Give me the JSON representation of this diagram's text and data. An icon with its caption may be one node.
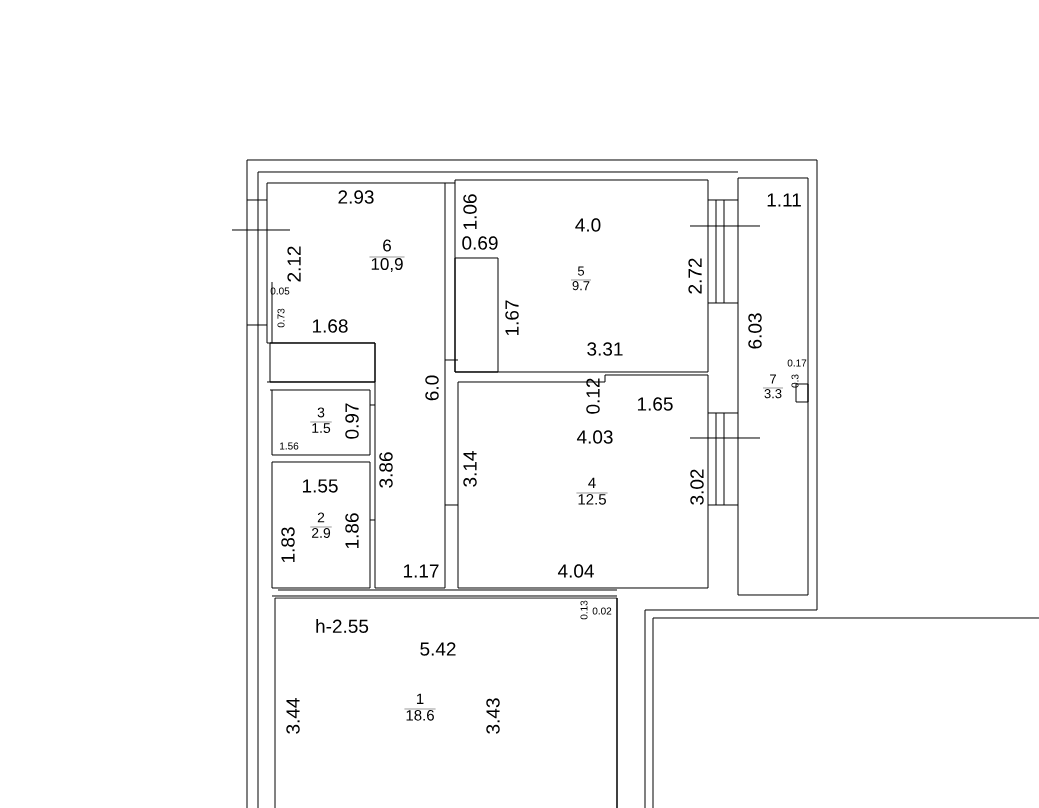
{
  "diagram": {
    "nodes": [
      {
        "text": [
          "6",
          "10,9"
        ]
      },
      {
        "text": [
          "5",
          "9.7"
        ]
      },
      {
        "text": [
          "7",
          "3.3"
        ]
      },
      {
        "text": [
          "3",
          "1.5"
        ]
      },
      {
        "text": [
          "4",
          "12.5"
        ]
      },
      {
        "text": [
          "2",
          "2.9"
        ]
      },
      {
        "text": [
          "1",
          "18.6"
        ]
      }
    ],
    "labels": [
      "2.93",
      "1.11",
      "1.06",
      "4.0",
      "0.69",
      "2.12",
      "0.05",
      "2.72",
      "0.73",
      "1.68",
      "1.67",
      "3.31",
      "6.03",
      "0.17",
      "0.3",
      "6.0",
      "0.12",
      "1.65",
      "0.97",
      "1.56",
      "4.03",
      "3.86",
      "3.14",
      "3.02",
      "1.55",
      "1.83",
      "1.86",
      "1.17",
      "4.04",
      "0.13",
      "0.02",
      "h-2.55",
      "5.42",
      "3.44",
      "3.43"
    ]
  }
}
